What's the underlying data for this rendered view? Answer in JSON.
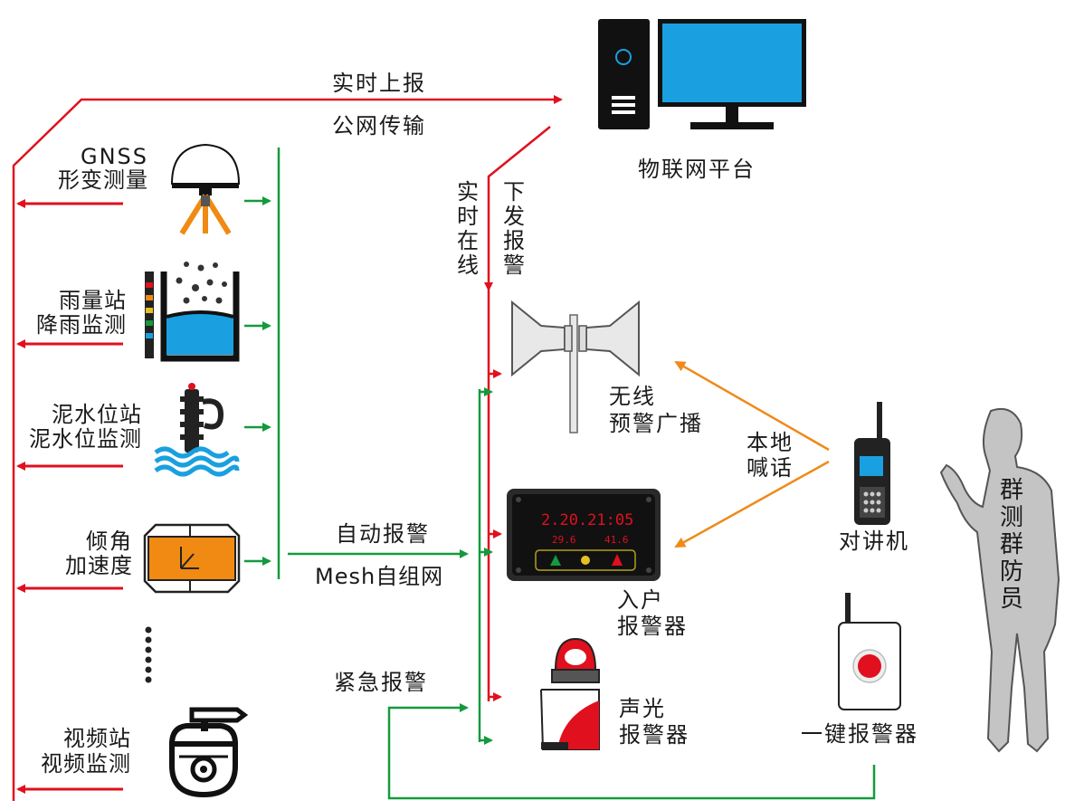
{
  "diagram": {
    "top_links": {
      "report": "实时上报",
      "transport": "公网传输"
    },
    "platform": {
      "label": "物联网平台"
    },
    "vertical_labels": {
      "online": "实时在线",
      "alarm_down": "下发报警"
    },
    "sensors": [
      {
        "line1": "GNSS",
        "line2": "形变测量",
        "icon": "gnss-antenna-icon"
      },
      {
        "line1": "雨量站",
        "line2": "降雨监测",
        "icon": "rain-gauge-icon"
      },
      {
        "line1": "泥水位站",
        "line2": "泥水位监测",
        "icon": "mud-level-icon"
      },
      {
        "line1": "倾角",
        "line2": "加速度",
        "icon": "tilt-sensor-icon"
      },
      {
        "line1": "视频站",
        "line2": "视频监测",
        "icon": "camera-icon"
      }
    ],
    "mesh": {
      "auto_alarm": "自动报警",
      "mesh_net": "Mesh自组网"
    },
    "emergency": "紧急报警",
    "outputs": {
      "broadcast": {
        "line1": "无线",
        "line2": "预警广播"
      },
      "indoor": {
        "line1": "入户",
        "line2": "报警器"
      },
      "sound_light": {
        "line1": "声光",
        "line2": "报警器"
      }
    },
    "local_shout": {
      "line1": "本地",
      "line2": "喊话"
    },
    "walkie": "对讲机",
    "one_key": "一键报警器",
    "person": "群测群防员",
    "indoor_display": {
      "time": "2.20.21:05",
      "v1": "29.6",
      "v2": "41.6"
    }
  },
  "colors": {
    "red": "#e0101e",
    "green": "#149a3c",
    "orange": "#ef8a1a",
    "blue": "#1aa0e0",
    "sensor_orange": "#f08a12"
  }
}
